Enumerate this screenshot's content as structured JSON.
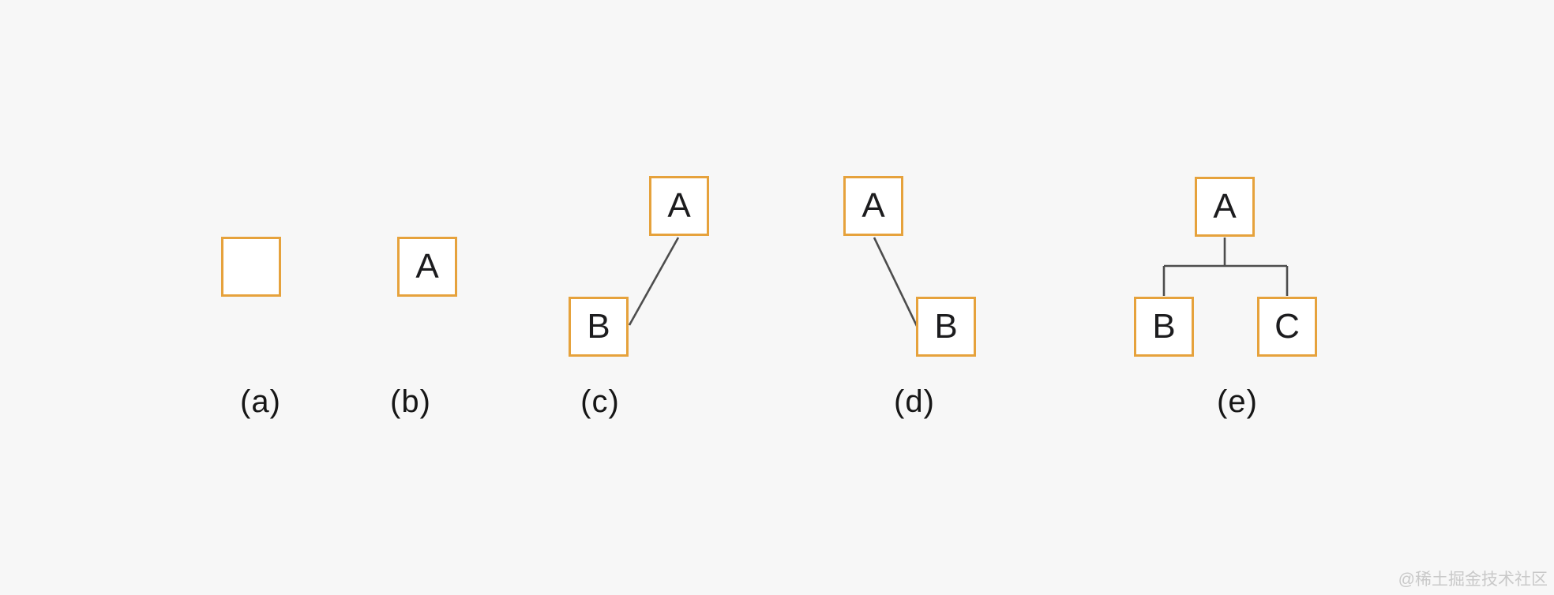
{
  "figures": [
    {
      "label": "(a)",
      "nodes": [
        {
          "text": ""
        }
      ],
      "edges": []
    },
    {
      "label": "(b)",
      "nodes": [
        {
          "text": "A"
        }
      ],
      "edges": []
    },
    {
      "label": "(c)",
      "nodes": [
        {
          "text": "A"
        },
        {
          "text": "B"
        }
      ],
      "edges": [
        "B-A"
      ]
    },
    {
      "label": "(d)",
      "nodes": [
        {
          "text": "A"
        },
        {
          "text": "B"
        }
      ],
      "edges": [
        "A-B"
      ]
    },
    {
      "label": "(e)",
      "nodes": [
        {
          "text": "A"
        },
        {
          "text": "B"
        },
        {
          "text": "C"
        }
      ],
      "edges": [
        "A-B",
        "A-C"
      ]
    }
  ],
  "watermark": "@稀土掘金技术社区",
  "colors": {
    "background": "#f7f7f7",
    "box_border": "#e6a23c",
    "box_fill": "#ffffff",
    "edge_line": "#4d4d4d",
    "text": "#1c1c1e",
    "watermark": "#c9c9c9"
  }
}
